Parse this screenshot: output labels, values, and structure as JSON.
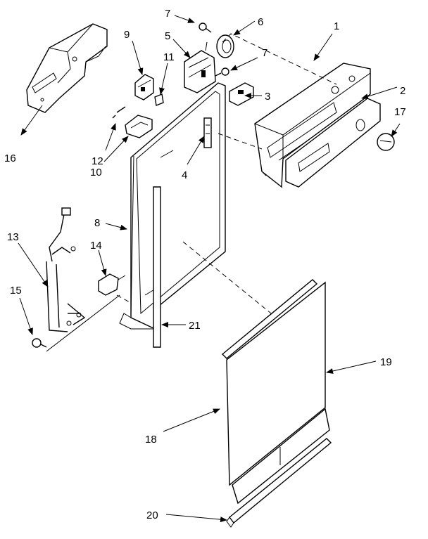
{
  "labels": {
    "p1": "1",
    "p2": "2",
    "p3": "3",
    "p4": "4",
    "p5": "5",
    "p6": "6",
    "p7a": "7",
    "p7b": "7",
    "p8": "8",
    "p9": "9",
    "p10": "10",
    "p11": "11",
    "p12": "12",
    "p13": "13",
    "p14": "14",
    "p15": "15",
    "p16": "16",
    "p17": "17",
    "p18": "18",
    "p19": "19",
    "p20": "20",
    "p21": "21"
  }
}
